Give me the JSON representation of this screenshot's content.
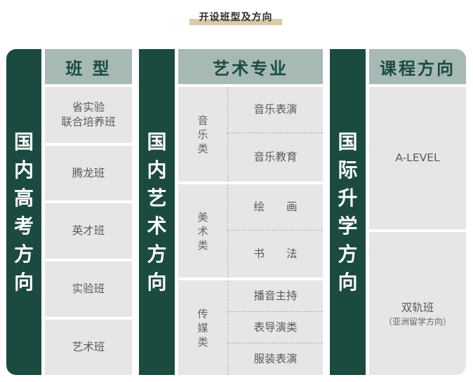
{
  "title": "开设班型及方向",
  "colors": {
    "green": "#1b4b40",
    "header": "#a6b9b5",
    "cell": "#e7e6e4",
    "accent": "#d8c9a8"
  },
  "domestic_exam": {
    "side_label": "国内高考方向",
    "header": "班 型",
    "classes": [
      "省实验\n联合培养班",
      "腾龙班",
      "英才班",
      "实验班",
      "艺术班"
    ]
  },
  "domestic_art": {
    "side_label": "国内艺术方向",
    "header": "艺术专业",
    "groups": [
      {
        "category": "音乐类",
        "majors": [
          "音乐表演",
          "音乐教育"
        ]
      },
      {
        "category": "美术类",
        "majors": [
          "绘　　画",
          "书　　法"
        ]
      },
      {
        "category": "传媒类",
        "majors": [
          "播音主持",
          "表导演类",
          "服装表演"
        ]
      }
    ]
  },
  "international": {
    "side_label": "国际升学方向",
    "header": "课程方向",
    "courses": [
      {
        "name": "A-LEVEL",
        "note": ""
      },
      {
        "name": "双轨班",
        "note": "（亚洲留学方向）"
      }
    ]
  }
}
